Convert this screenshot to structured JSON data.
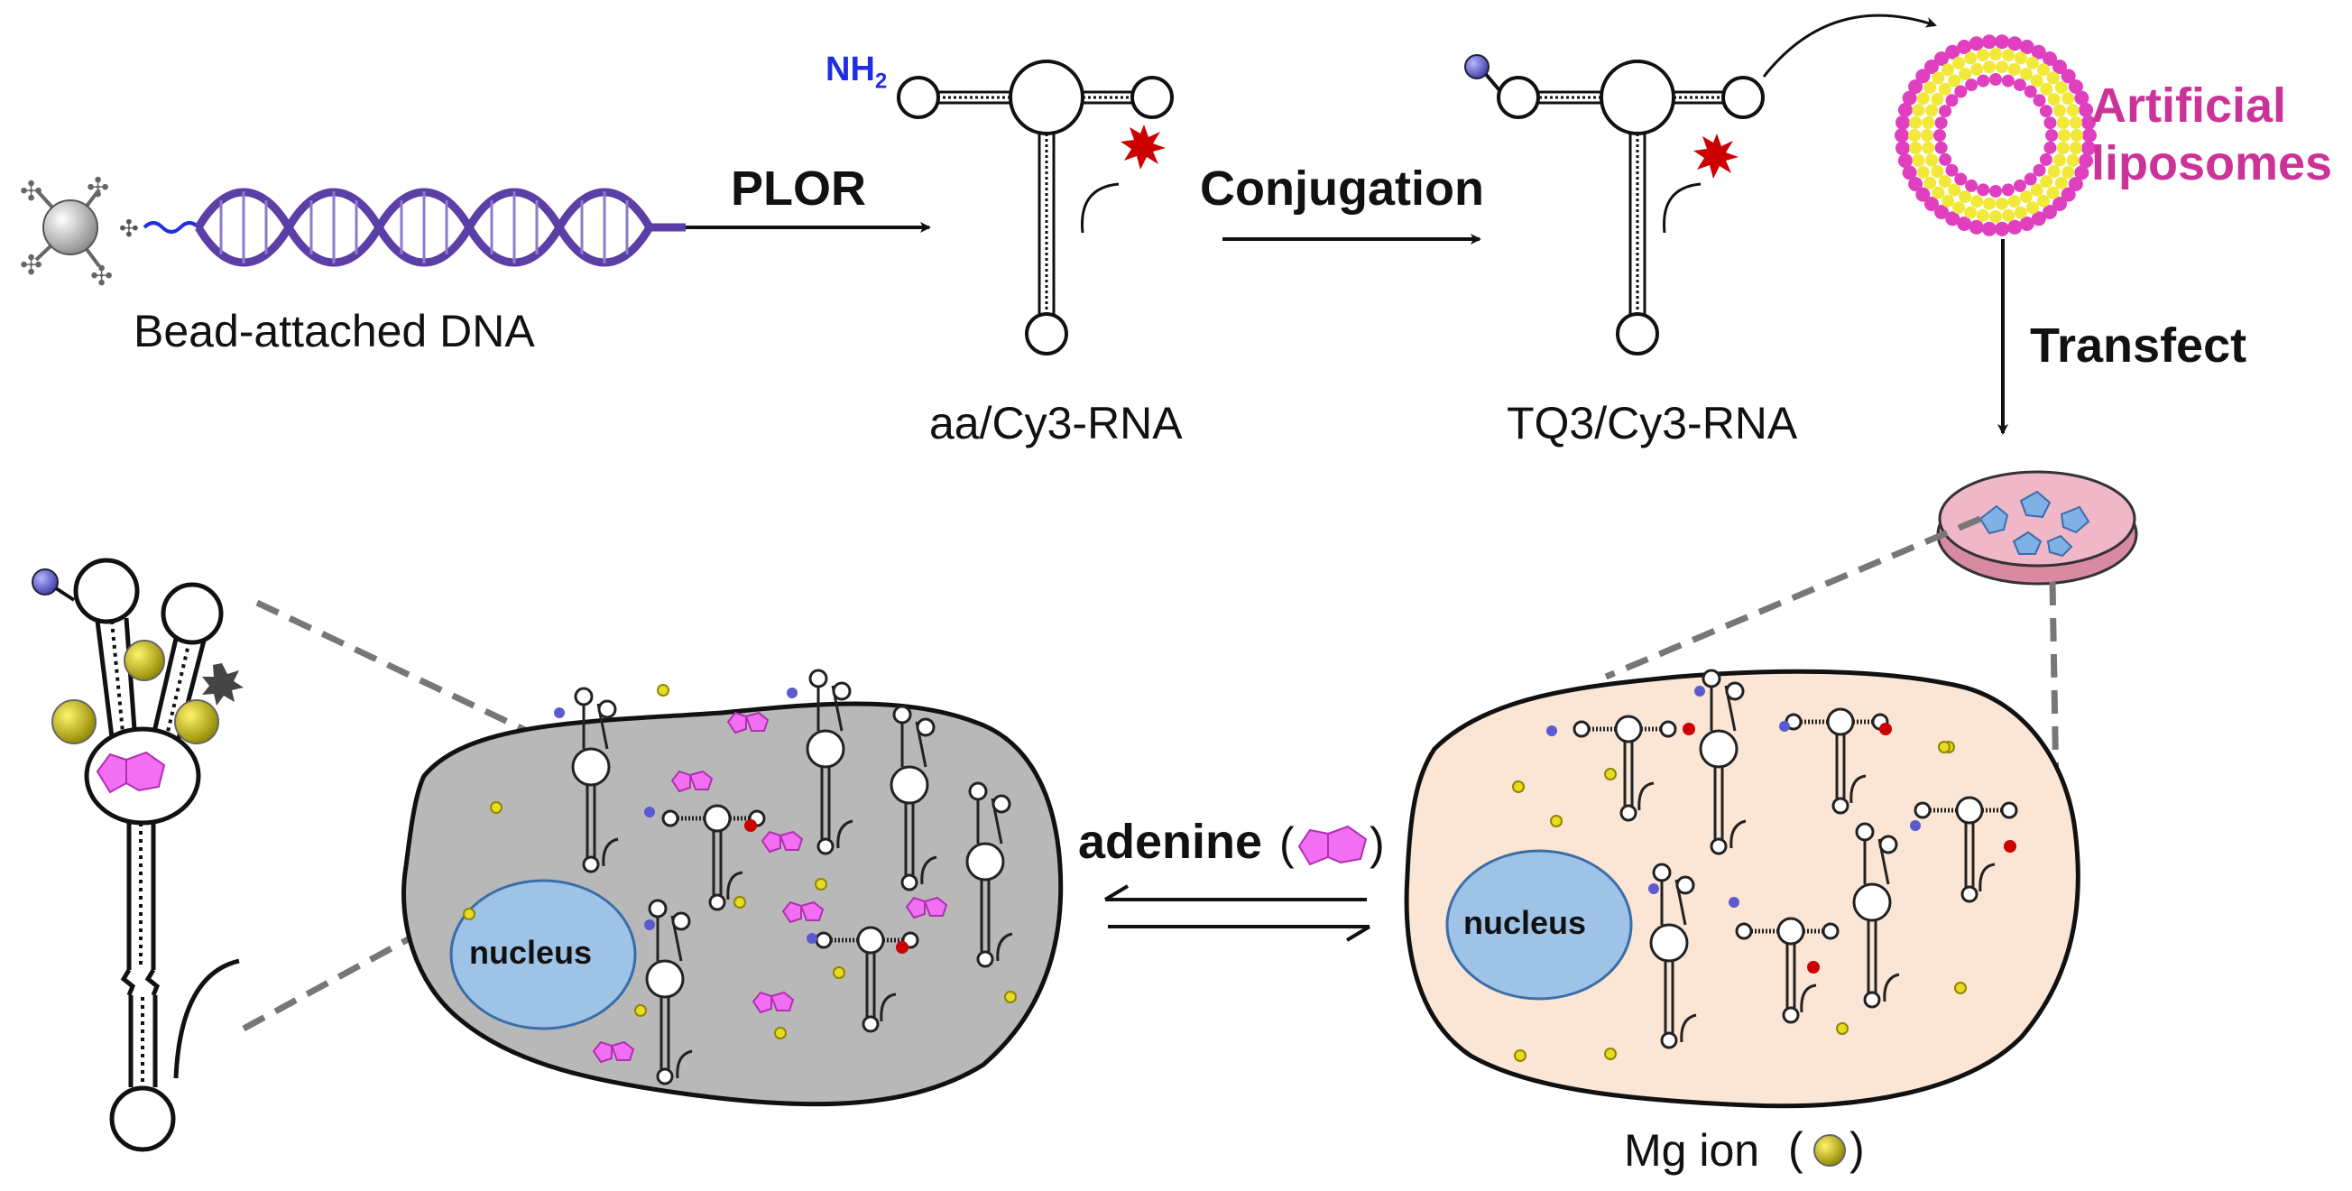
{
  "labels": {
    "bead_dna": "Bead-attached DNA",
    "plor": "PLOR",
    "nh2": "NH",
    "nh2_sub": "2",
    "aa_rna": "aa/Cy3-RNA",
    "conjugation": "Conjugation",
    "tq3_rna": "TQ3/Cy3-RNA",
    "liposomes_line1": "Artificial",
    "liposomes_line2": "liposomes",
    "transfect": "Transfect",
    "adenine": "adenine",
    "nucleus_left": "nucleus",
    "nucleus_right": "nucleus",
    "mg_ion": "Mg ion"
  },
  "colors": {
    "dna_helix": "#5b3fa6",
    "nh2_text": "#1f2ee6",
    "cy3_star": "#cc0000",
    "liposome_label": "#cc3399",
    "liposome_outer": "#e040c0",
    "liposome_inner": "#f2e83a",
    "adenine": "#f26ef2",
    "mg_ion": "#c9bd10",
    "quencher_bead": "#5b5bcf",
    "cell_left": "#b3b3b3",
    "cell_right": "#fbe5d5",
    "nucleus": "#9fc3e6",
    "dish": "#f0b7c8",
    "dish_cells": "#7fb0e6"
  }
}
